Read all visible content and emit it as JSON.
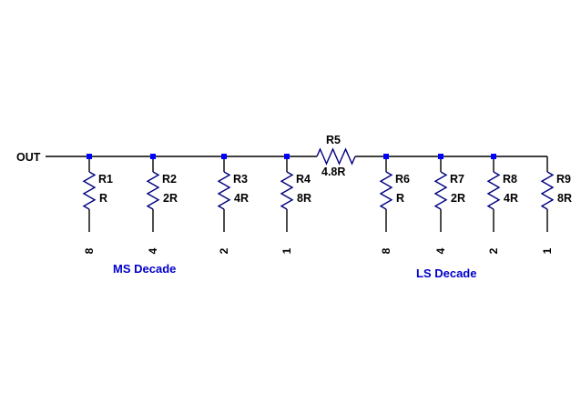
{
  "output_label": "OUT",
  "series_resistor": {
    "name": "R5",
    "value": "4.8R"
  },
  "shunt_resistors": [
    {
      "name": "R1",
      "value": "R",
      "bit": "8"
    },
    {
      "name": "R2",
      "value": "2R",
      "bit": "4"
    },
    {
      "name": "R3",
      "value": "4R",
      "bit": "2"
    },
    {
      "name": "R4",
      "value": "8R",
      "bit": "1"
    },
    {
      "name": "R6",
      "value": "R",
      "bit": "8"
    },
    {
      "name": "R7",
      "value": "2R",
      "bit": "4"
    },
    {
      "name": "R8",
      "value": "4R",
      "bit": "2"
    },
    {
      "name": "R9",
      "value": "8R",
      "bit": "1"
    }
  ],
  "groups": {
    "ms": "MS Decade",
    "ls": "LS Decade"
  },
  "colors": {
    "wire": "#000000",
    "resistor": "#000080",
    "node": "#0000ff",
    "group_label": "#0000cc"
  }
}
